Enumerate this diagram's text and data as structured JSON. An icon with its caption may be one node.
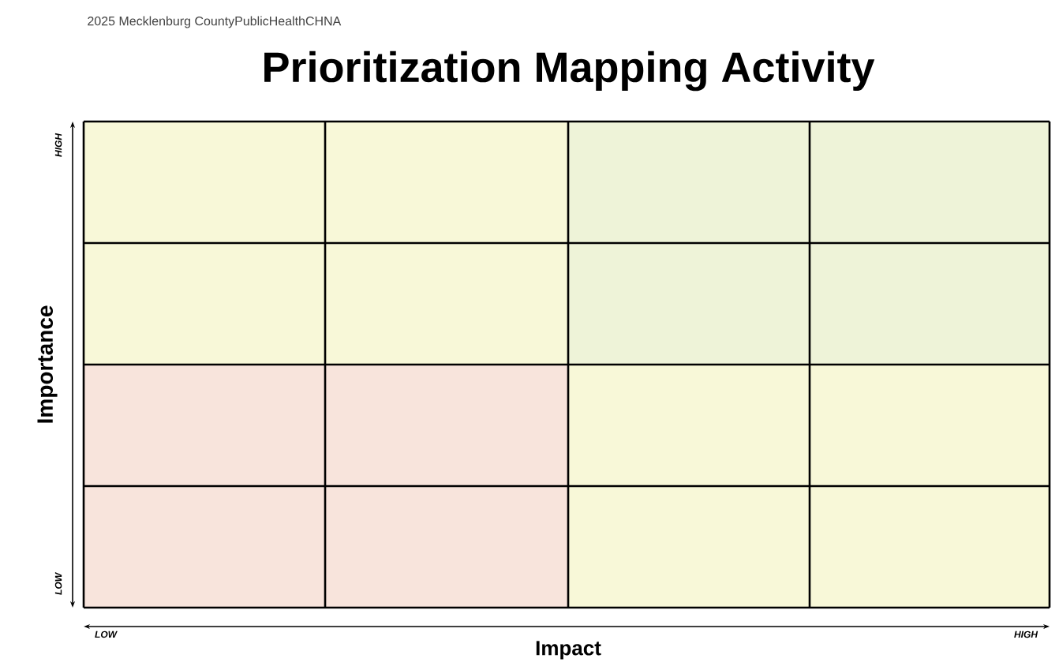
{
  "diagram": {
    "title": "Prioritization Mapping Activity",
    "labels": [
      "2025 Mecklenburg CountyPublicHealthCHNA",
      "HIGH",
      "LOW",
      "Importance",
      "LOW",
      "HIGH",
      "Impact"
    ]
  }
}
